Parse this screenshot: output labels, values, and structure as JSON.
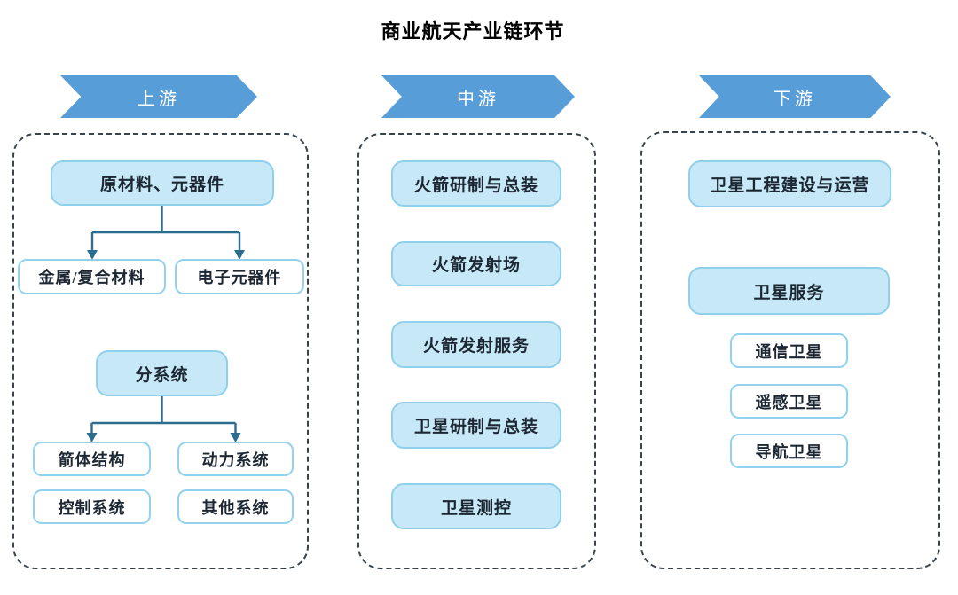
{
  "title": "商业航天产业链环节",
  "colors": {
    "banner_blue": "#579dd8",
    "node_fill": "#c7e8f7",
    "node_border": "#8fd0ec",
    "white_node_border": "#93d2ef",
    "connector": "#2a6d8f",
    "dashed_outline": "#38434c",
    "text": "#1c2733"
  },
  "upstream": {
    "header": "上游",
    "tree1": {
      "parent": "原材料、元器件",
      "children": [
        "金属/复合材料",
        "电子元器件"
      ]
    },
    "tree2": {
      "parent": "分系统",
      "children": [
        "箭体结构",
        "动力系统",
        "控制系统",
        "其他系统"
      ]
    }
  },
  "midstream": {
    "header": "中游",
    "boxes": [
      "火箭研制与总装",
      "火箭发射场",
      "火箭发射服务",
      "卫星研制与总装",
      "卫星测控"
    ]
  },
  "downstream": {
    "header": "下游",
    "primary": "卫星工程建设与运营",
    "secondary": "卫星服务",
    "satellites": [
      "通信卫星",
      "遥感卫星",
      "导航卫星"
    ]
  }
}
